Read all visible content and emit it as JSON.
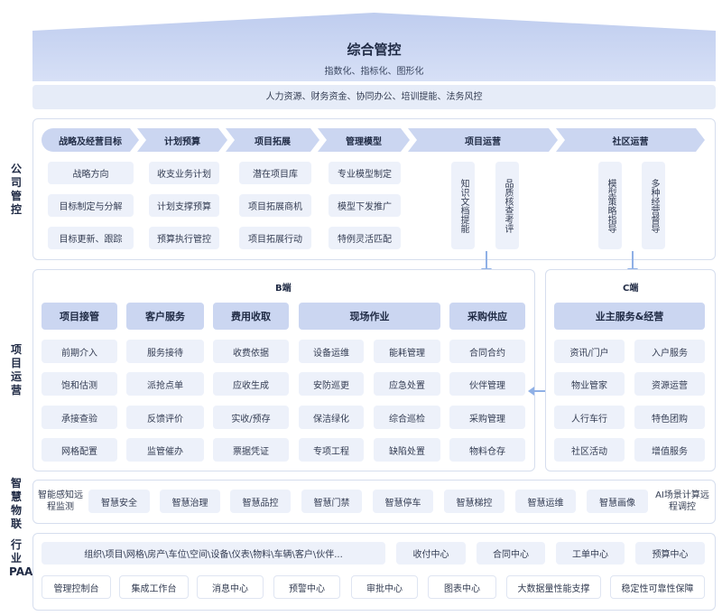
{
  "header": {
    "title": "综合管控",
    "subtitle": "指数化、指标化、图形化",
    "support": "人力资源、财务资金、协同办公、培训提能、法务风控"
  },
  "side_labels": {
    "company": "公司管控",
    "project": "项目运营",
    "iot": "智慧物联",
    "paas": "行业PAAS"
  },
  "company": {
    "stages": [
      "战略及经营目标",
      "计划预算",
      "项目拓展",
      "管理模型",
      "项目运营",
      "社区运营"
    ],
    "col1": [
      "战略方向",
      "目标制定与分解",
      "目标更新、跟踪"
    ],
    "col2": [
      "收支业务计划",
      "计划支撑预算",
      "预算执行管控"
    ],
    "col3": [
      "潜在项目库",
      "项目拓展商机",
      "项目拓展行动"
    ],
    "col4": [
      "专业模型制定",
      "模型下发推广",
      "特例灵活匹配"
    ],
    "ops_vertical": [
      "知识文档提能",
      "品质核查考评"
    ],
    "community_vertical": [
      "模型策略指导",
      "多种经营督导"
    ]
  },
  "b_end": {
    "title": "B端",
    "headers": [
      "项目接管",
      "客户服务",
      "费用收取",
      "现场作业",
      "采购供应"
    ],
    "col1": [
      "前期介入",
      "饱和估测",
      "承接查验",
      "网格配置"
    ],
    "col2": [
      "服务接待",
      "派抢点单",
      "反馈评价",
      "监管催办"
    ],
    "col3": [
      "收费依据",
      "应收生成",
      "实收/预存",
      "票据凭证"
    ],
    "col4a": [
      "设备运维",
      "安防巡更",
      "保洁绿化",
      "专项工程"
    ],
    "col4b": [
      "能耗管理",
      "应急处置",
      "综合巡检",
      "缺陷处置"
    ],
    "col5": [
      "合同合约",
      "伙伴管理",
      "采购管理",
      "物料仓存"
    ]
  },
  "c_end": {
    "title": "C端",
    "header": "业主服务&经营",
    "col1": [
      "资讯/门户",
      "物业管家",
      "人行车行",
      "社区活动"
    ],
    "col2": [
      "入户服务",
      "资源运营",
      "特色团购",
      "增值服务"
    ]
  },
  "iot": {
    "left_label": "智能感知远程监测",
    "items": [
      "智慧安全",
      "智慧治理",
      "智慧品控",
      "智慧门禁",
      "智慧停车",
      "智慧梯控",
      "智慧运维",
      "智慧画像"
    ],
    "right_label": "AI场景计算远程调控"
  },
  "paas": {
    "row1": [
      "组织\\项目\\网格\\房产\\车位\\空间\\设备\\仪表\\物料\\车辆\\客户\\伙伴...",
      "收付中心",
      "合同中心",
      "工单中心",
      "预算中心"
    ],
    "row2": [
      "管理控制台",
      "集成工作台",
      "消息中心",
      "预警中心",
      "审批中心",
      "图表中心",
      "大数据量性能支撑",
      "稳定性可靠性保障"
    ]
  },
  "colors": {
    "header_fill": "#c9d5f1",
    "chip_fill": "#cbd6f1",
    "cell_fill": "#edf1fa",
    "arrow": "#8fb0e6"
  }
}
